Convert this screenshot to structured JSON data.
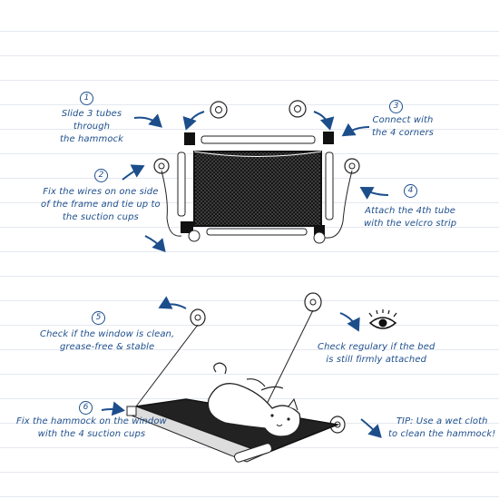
{
  "steps": [
    {
      "number": "1",
      "text": "Slide 3 tubes\nthrough\nthe hammock"
    },
    {
      "number": "2",
      "text": "Fix the wires on one side\nof the frame and tie up to\nthe suction cups"
    },
    {
      "number": "3",
      "text": "Connect with\nthe 4 corners"
    },
    {
      "number": "4",
      "text": "Attach the 4th tube\nwith the velcro strip"
    },
    {
      "number": "5",
      "text": "Check if the window is clean,\ngrease-free & stable"
    },
    {
      "number": "6",
      "text": "Fix the hammock on the window\nwith the 4 suction cups"
    }
  ],
  "notes": {
    "check": "Check regulary if the bed\nis still firmly attached",
    "tip": "TIP: Use a wet cloth\nto clean the hammock!"
  },
  "icons": {
    "eye": "eye-icon",
    "arrow": "arrow-icon",
    "suction_cup": "suction-cup-icon",
    "cat": "cat-illustration"
  },
  "colors": {
    "ink": "#1d4e8c",
    "line": "#e4e9f0",
    "mesh": "#1a1a1a"
  }
}
